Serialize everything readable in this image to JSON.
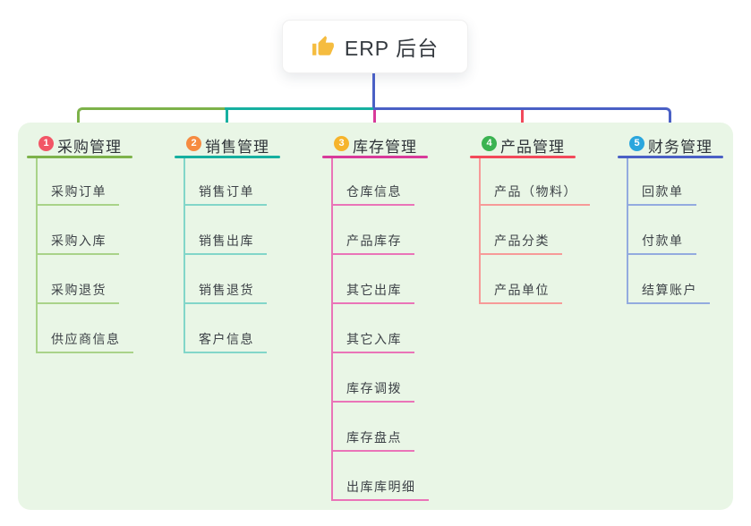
{
  "root": {
    "label": "ERP 后台",
    "icon": "thumbs-up-icon",
    "icon_color": "#f5bc3f"
  },
  "canvas": {
    "background": "#ffffff",
    "panel_background": "#e9f6e6"
  },
  "connector": {
    "root_color": "#4a60c5"
  },
  "branches": [
    {
      "number": "1",
      "title": "采购管理",
      "badge_color": "#f25666",
      "line_color": "#7db24a",
      "sub_line_color": "#a9d389",
      "items": [
        "采购订单",
        "采购入库",
        "采购退货",
        "供应商信息"
      ]
    },
    {
      "number": "2",
      "title": "销售管理",
      "badge_color": "#f68b41",
      "line_color": "#16b0a0",
      "sub_line_color": "#82d6c9",
      "items": [
        "销售订单",
        "销售出库",
        "销售退货",
        "客户信息"
      ]
    },
    {
      "number": "3",
      "title": "库存管理",
      "badge_color": "#f6b42c",
      "line_color": "#d83a9a",
      "sub_line_color": "#ea74b8",
      "items": [
        "仓库信息",
        "产品库存",
        "其它出库",
        "其它入库",
        "库存调拨",
        "库存盘点",
        "出库库明细"
      ]
    },
    {
      "number": "4",
      "title": "产品管理",
      "badge_color": "#3bb351",
      "line_color": "#f2495a",
      "sub_line_color": "#f79a98",
      "items": [
        "产品（物料）",
        "产品分类",
        "产品单位"
      ]
    },
    {
      "number": "5",
      "title": "财务管理",
      "badge_color": "#2aa6dd",
      "line_color": "#4a60c5",
      "sub_line_color": "#93abdf",
      "items": [
        "回款单",
        "付款单",
        "结算账户"
      ]
    }
  ]
}
